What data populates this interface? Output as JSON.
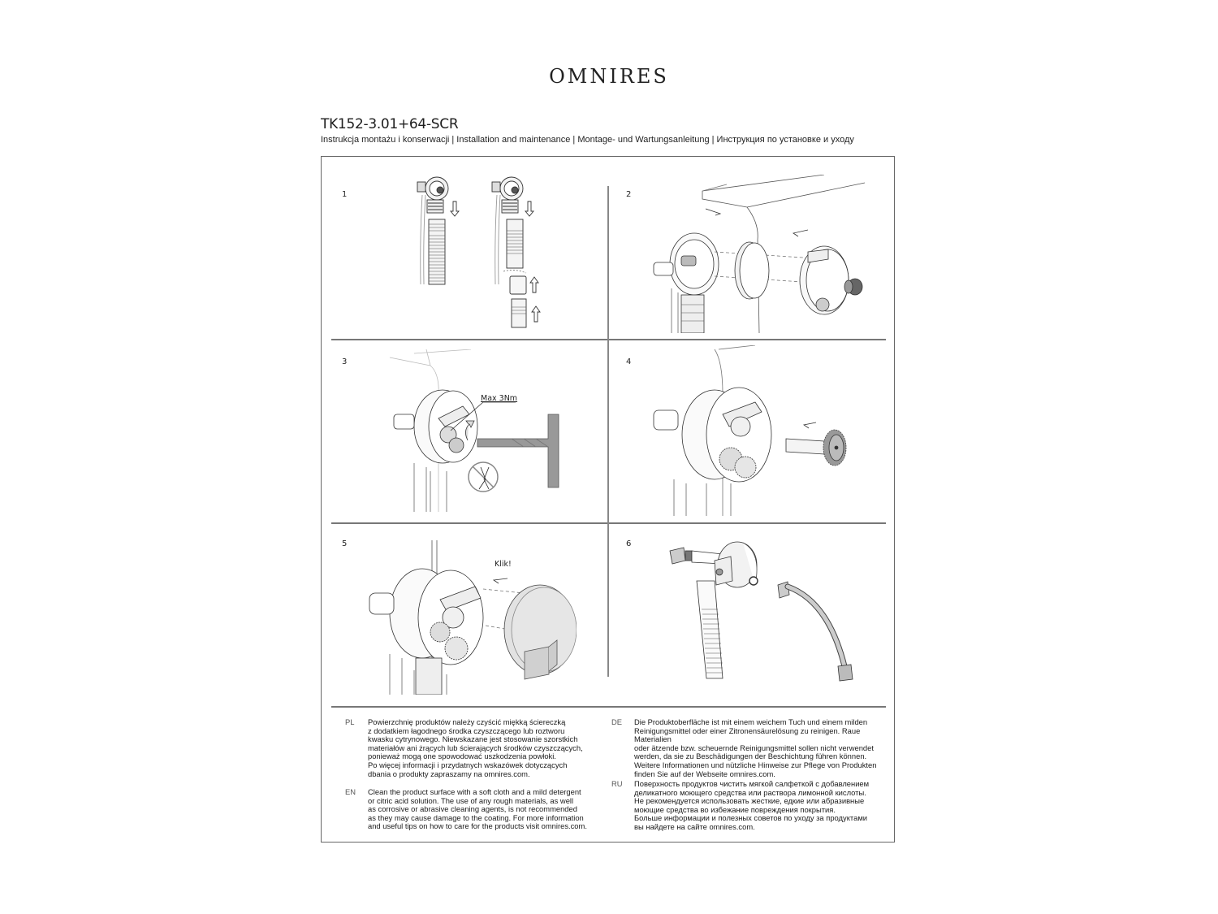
{
  "header": {
    "brand": "OMNIRES",
    "model": "TK152-3.01+64-SCR",
    "subtitle": "Instrukcja montażu i konserwacji | Installation and maintenance | Montage- und Wartungsanleitung | Инструкция по установке и уходу"
  },
  "steps": [
    {
      "number": "1",
      "illustration": "hose-connection-diagram"
    },
    {
      "number": "2",
      "illustration": "exploded-mounting-diagram"
    },
    {
      "number": "3",
      "illustration": "tightening-key-diagram",
      "annotation": "Max 3Nm",
      "warning_icon": "no-pliers-icon"
    },
    {
      "number": "4",
      "illustration": "gear-shaft-insertion-diagram"
    },
    {
      "number": "5",
      "illustration": "cover-snap-diagram",
      "annotation": "Klik!"
    },
    {
      "number": "6",
      "illustration": "flexible-hose-connection-diagram"
    }
  ],
  "care": [
    {
      "code": "PL",
      "text": "Powierzchnię produktów należy czyścić miękką ściereczką\nz dodatkiem łagodnego środka czyszczącego lub roztworu\nkwasku cytrynowego. Niewskazane jest stosowanie szorstkich\nmateriałów ani żrących lub ścierających środków czyszczących,\nponieważ mogą one spowodować uszkodzenia powłoki.\nPo więcej informacji i przydatnych wskazówek dotyczących\ndbania o produkty zapraszamy na omnires.com."
    },
    {
      "code": "EN",
      "text": "Clean the product surface with a soft cloth and a mild detergent\nor citric acid solution. The use of any rough materials, as well\nas corrosive or abrasive cleaning agents, is not recommended\nas they may cause damage to the coating. For more information\nand useful tips on how to care for the products visit omnires.com."
    },
    {
      "code": "DE",
      "text": "Die Produktoberfläche ist mit einem weichem Tuch und einem milden\nReinigungsmittel oder einer Zitronensäurelösung zu reinigen. Raue Materialien\noder ätzende bzw. scheuernde Reinigungsmittel sollen nicht verwendet\nwerden, da sie zu Beschädigungen der Beschichtung führen können.\nWeitere Informationen und nützliche Hinweise zur Pflege von Produkten\nfinden Sie auf der Webseite omnires.com."
    },
    {
      "code": "RU",
      "text": "Поверхность продуктов чистить мягкой салфеткой с добавлением\nделикатного моющего средства или раствора лимонной кислоты.\nНе рекомендуется использовать жесткие, едкие или абразивные\nмоющие средства во избежание повреждения покрытия.\nБольше информации  и полезных советов по уходу за продуктами\nвы найдете на сайте omnires.com."
    }
  ]
}
